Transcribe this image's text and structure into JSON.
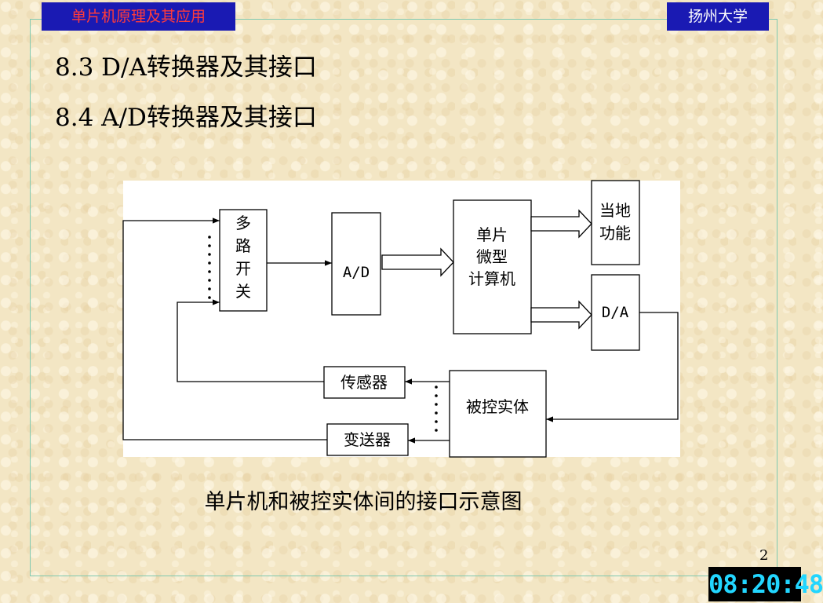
{
  "header": {
    "left_title": "单片机原理及其应用",
    "right_title": "扬州大学"
  },
  "content": {
    "line1": "8.3  D/A转换器及其接口",
    "line2": "8.4  A/D转换器及其接口",
    "caption": "单片机和被控实体间的接口示意图"
  },
  "diagram": {
    "mux": [
      "多",
      "路",
      "开",
      "关"
    ],
    "ad": "A/D",
    "mcu": [
      "单片",
      "微型",
      "计算机"
    ],
    "local": [
      "当地",
      "功能"
    ],
    "da": "D/A",
    "sensor": "传感器",
    "plant": "被控实体",
    "transmitter": "变送器"
  },
  "footer": {
    "page_number": "2",
    "clock": "08:20:48"
  },
  "colors": {
    "header_bg": "#1a1ab3",
    "header_left_text": "#ff3b3b",
    "frame_line": "#7fc9b0",
    "clock_text": "#22d6ff"
  }
}
